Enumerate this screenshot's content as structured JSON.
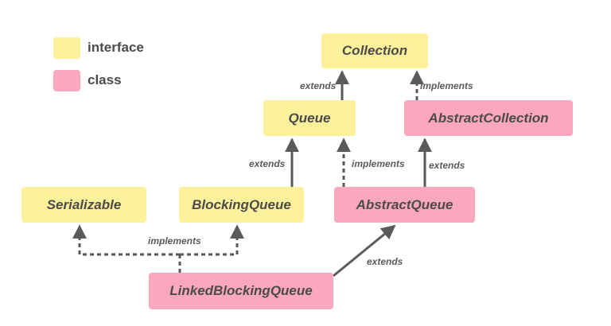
{
  "legend": {
    "interface": {
      "label": "interface",
      "color": "#fdf19b"
    },
    "class": {
      "label": "class",
      "color": "#fba8be"
    }
  },
  "nodes": {
    "collection": {
      "label": "Collection",
      "kind": "interface"
    },
    "queue": {
      "label": "Queue",
      "kind": "interface"
    },
    "abstract_collection": {
      "label": "AbstractCollection",
      "kind": "class"
    },
    "serializable": {
      "label": "Serializable",
      "kind": "interface"
    },
    "blocking_queue": {
      "label": "BlockingQueue",
      "kind": "interface"
    },
    "abstract_queue": {
      "label": "AbstractQueue",
      "kind": "class"
    },
    "linked_blocking_queue": {
      "label": "LinkedBlockingQueue",
      "kind": "class"
    }
  },
  "edges": [
    {
      "from": "queue",
      "to": "collection",
      "relation": "extends"
    },
    {
      "from": "abstract_collection",
      "to": "collection",
      "relation": "implements"
    },
    {
      "from": "blocking_queue",
      "to": "queue",
      "relation": "extends"
    },
    {
      "from": "abstract_queue",
      "to": "queue",
      "relation": "implements"
    },
    {
      "from": "abstract_queue",
      "to": "abstract_collection",
      "relation": "extends"
    },
    {
      "from": "linked_blocking_queue",
      "to": "serializable",
      "relation": "implements"
    },
    {
      "from": "linked_blocking_queue",
      "to": "blocking_queue",
      "relation": "implements"
    },
    {
      "from": "linked_blocking_queue",
      "to": "abstract_queue",
      "relation": "extends"
    }
  ],
  "colors": {
    "line": "#5a5a5a",
    "text": "#4b4b4b"
  }
}
